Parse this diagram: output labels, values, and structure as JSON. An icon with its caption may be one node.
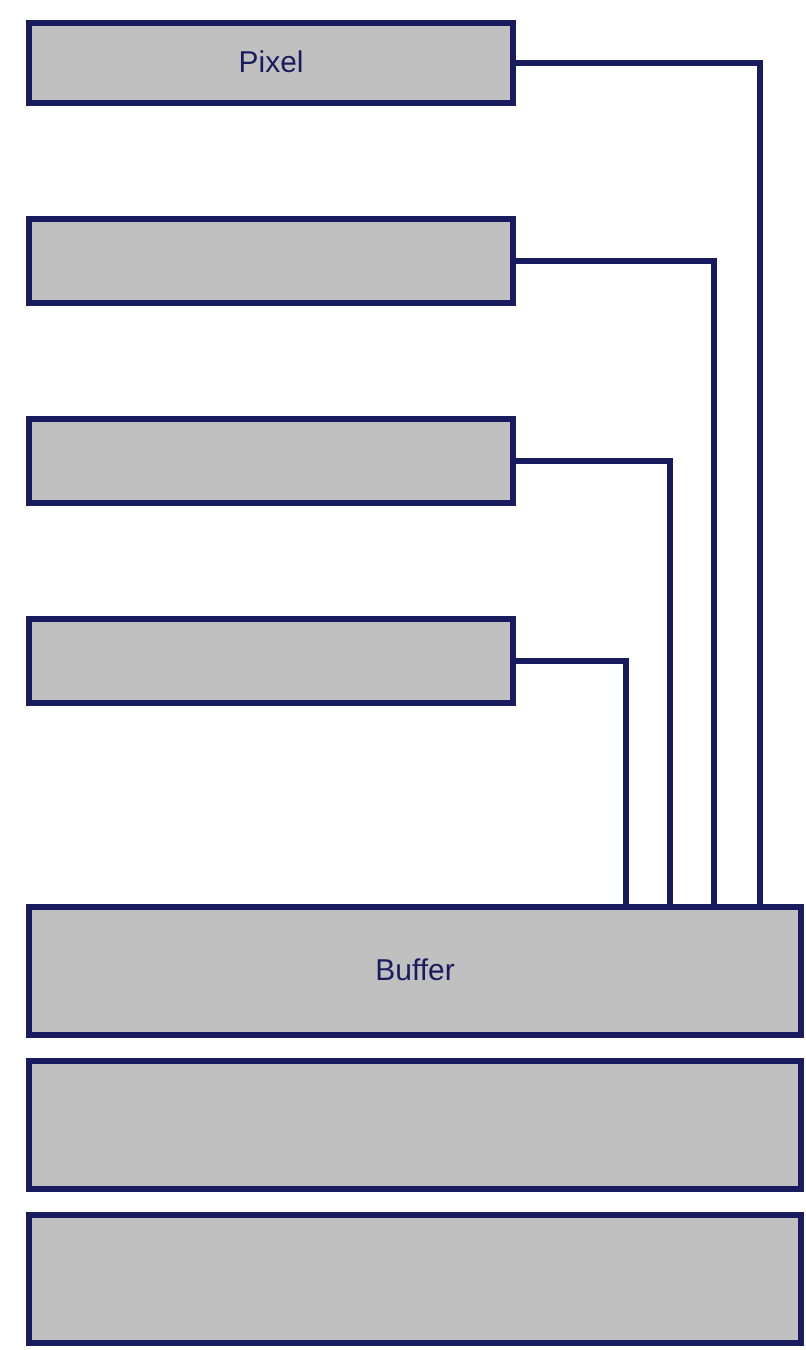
{
  "diagram": {
    "nodes": [
      {
        "text": [
          "Pixel"
        ]
      },
      {
        "text": [],
        "shape": "box"
      },
      {
        "text": [],
        "shape": "box"
      },
      {
        "text": [],
        "shape": "box"
      },
      {
        "text": [
          "Buffer"
        ]
      },
      {
        "text": [],
        "shape": "box"
      },
      {
        "text": [],
        "shape": "box"
      }
    ],
    "edges": [
      {
        "from": 0,
        "to": 4,
        "arrow": "none"
      },
      {
        "from": 1,
        "to": 4,
        "arrow": "none"
      },
      {
        "from": 2,
        "to": 4,
        "arrow": "none"
      },
      {
        "from": 3,
        "to": 4,
        "arrow": "none"
      }
    ]
  }
}
